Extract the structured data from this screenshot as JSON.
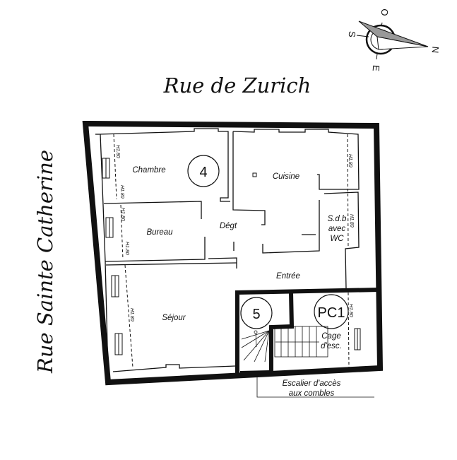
{
  "streets": {
    "top": "Rue  de  Zurich",
    "left": "Rue  Sainte  Catherine"
  },
  "compass": {
    "north": "N",
    "south": "S",
    "east": "E",
    "west": "O"
  },
  "rooms": {
    "chambre": "Chambre",
    "cuisine": "Cuisine",
    "bureau": "Bureau",
    "degt": "Dégt",
    "sdb": [
      "S.d.b",
      "avec",
      "WC"
    ],
    "entree": "Entrée",
    "sejour": "Séjour",
    "cage": [
      "Cage",
      "d'esc."
    ]
  },
  "lot_numbers": {
    "main": "4",
    "stair": "5",
    "common": "PC1"
  },
  "height_mark": "H1.80",
  "annotation": [
    "Escalier d'accès",
    "aux combles"
  ]
}
